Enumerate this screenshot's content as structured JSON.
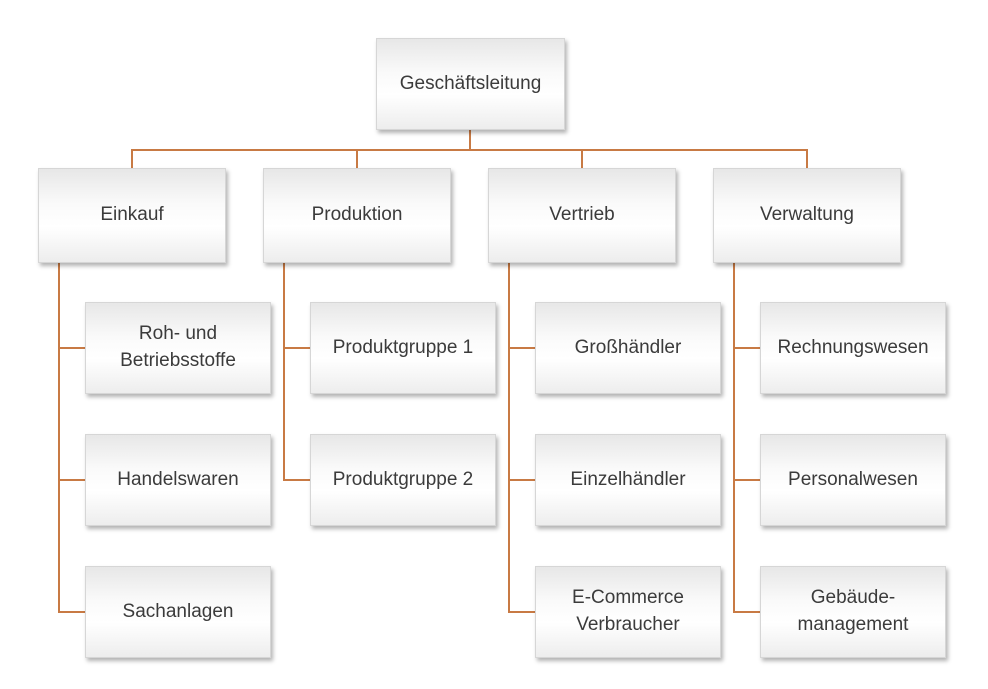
{
  "diagram": {
    "type": "org-chart",
    "connector_color": "#C87A44",
    "box_text_color": "#3B3B3B",
    "box_border_color": "#D6D6D6",
    "root": {
      "label": "Geschäftsleitung"
    },
    "departments": [
      {
        "label": "Einkauf",
        "children": [
          {
            "label": "Roh- und\nBetriebsstoffe"
          },
          {
            "label": "Handelswaren"
          },
          {
            "label": "Sachanlagen"
          }
        ]
      },
      {
        "label": "Produktion",
        "children": [
          {
            "label": "Produktgruppe 1"
          },
          {
            "label": "Produktgruppe 2"
          }
        ]
      },
      {
        "label": "Vertrieb",
        "children": [
          {
            "label": "Großhändler"
          },
          {
            "label": "Einzelhändler"
          },
          {
            "label": "E-Commerce\nVerbraucher"
          }
        ]
      },
      {
        "label": "Verwaltung",
        "children": [
          {
            "label": "Rechnungswesen"
          },
          {
            "label": "Personalwesen"
          },
          {
            "label": "Gebäude-\nmanagement"
          }
        ]
      }
    ]
  }
}
